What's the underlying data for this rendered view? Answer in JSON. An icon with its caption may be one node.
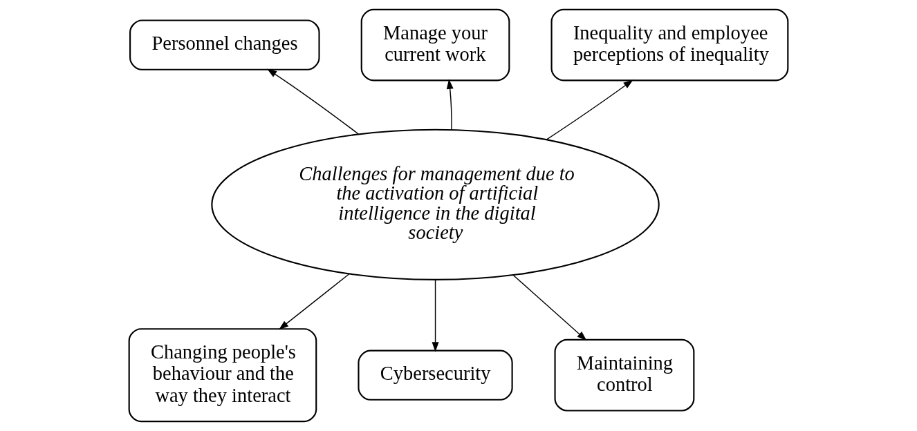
{
  "diagram": {
    "nodes": [
      {
        "text": [
          "Challenges for management due to the activation of artificial intelligence in the digital society"
        ]
      },
      {
        "text": [
          "Personnel changes"
        ]
      },
      {
        "text": [
          "Manage your current work"
        ]
      },
      {
        "text": [
          "Inequality and employee perceptions of inequality"
        ]
      },
      {
        "text": [
          "Changing people's behaviour and the way they interact"
        ]
      },
      {
        "text": [
          "Cybersecurity"
        ]
      },
      {
        "text": [
          "Maintaining control"
        ]
      }
    ],
    "edges": [
      {
        "from": 0,
        "to": 1,
        "arrow": "to"
      },
      {
        "from": 0,
        "to": 2,
        "arrow": "to"
      },
      {
        "from": 0,
        "to": 3,
        "arrow": "to"
      },
      {
        "from": 0,
        "to": 4,
        "arrow": "to"
      },
      {
        "from": 0,
        "to": 5,
        "arrow": "to"
      },
      {
        "from": 0,
        "to": 6,
        "arrow": "to"
      }
    ]
  }
}
